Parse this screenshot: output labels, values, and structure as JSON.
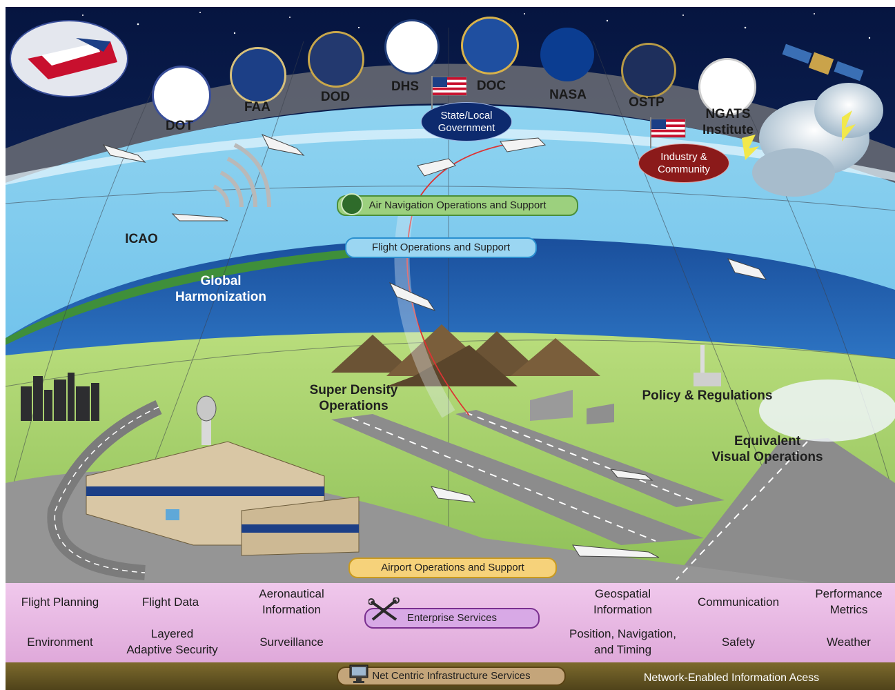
{
  "agencies": [
    {
      "key": "dot",
      "label": "DOT",
      "color": "#ffffff",
      "ring": "#3a4f9a"
    },
    {
      "key": "faa",
      "label": "FAA",
      "color": "#1c3f86",
      "ring": "#d7c07a"
    },
    {
      "key": "dod",
      "label": "DOD",
      "color": "#23396f",
      "ring": "#c9a74a"
    },
    {
      "key": "dhs",
      "label": "DHS",
      "color": "#ffffff",
      "ring": "#23407c"
    },
    {
      "key": "doc",
      "label": "DOC",
      "color": "#1f4fa0",
      "ring": "#d8b24a"
    },
    {
      "key": "nasa",
      "label": "NASA",
      "color": "#0b3d91",
      "ring": "#0b3d91"
    },
    {
      "key": "ostp",
      "label": "OSTP",
      "color": "#1e2f5c",
      "ring": "#b79a46"
    },
    {
      "key": "ngats",
      "label": "NGATS\nInstitute",
      "color": "#ffffff",
      "ring": "#cfcfcf"
    }
  ],
  "ovals": {
    "state_local": "State/Local\nGovernment",
    "industry": "Industry &\nCommunity"
  },
  "regions": {
    "icao": "ICAO",
    "global": "Global\nHarmonization",
    "super_density": "Super Density\nOperations",
    "policy": "Policy & Regulations",
    "evo": "Equivalent\nVisual Operations"
  },
  "pills": {
    "air_nav": "Air Navigation Operations and Support",
    "flight_ops": "Flight Operations and Support",
    "airport_ops": "Airport Operations and Support",
    "enterprise": "Enterprise Services",
    "net_centric": "Net Centric Infrastructure Services"
  },
  "services_row1": [
    "Flight Planning",
    "Flight Data",
    "Aeronautical\nInformation",
    "Geospatial\nInformation",
    "Communication",
    "Performance\nMetrics"
  ],
  "services_row2": [
    "Environment",
    "Layered\nAdaptive Security",
    "Surveillance",
    "Position, Navigation,\nand Timing",
    "Safety",
    "Weather"
  ],
  "footer": "Network-Enabled Information Acess",
  "colors": {
    "space": "#0b1f52",
    "sky": "#5fb4e3",
    "ocean": "#1d5fb0",
    "grass": "#9fca62",
    "runway": "#8a8a8a",
    "terminal": "#d9c7a5",
    "services_band": "#e8b8e3",
    "footer_band": "#6b5a24",
    "air_nav_pill": "#9cd07e",
    "flight_ops_pill": "#9bd6f2",
    "airport_ops_pill": "#f6d27a",
    "enterprise_pill": "#d8a9e6",
    "net_centric_pill": "#c4a57a"
  }
}
